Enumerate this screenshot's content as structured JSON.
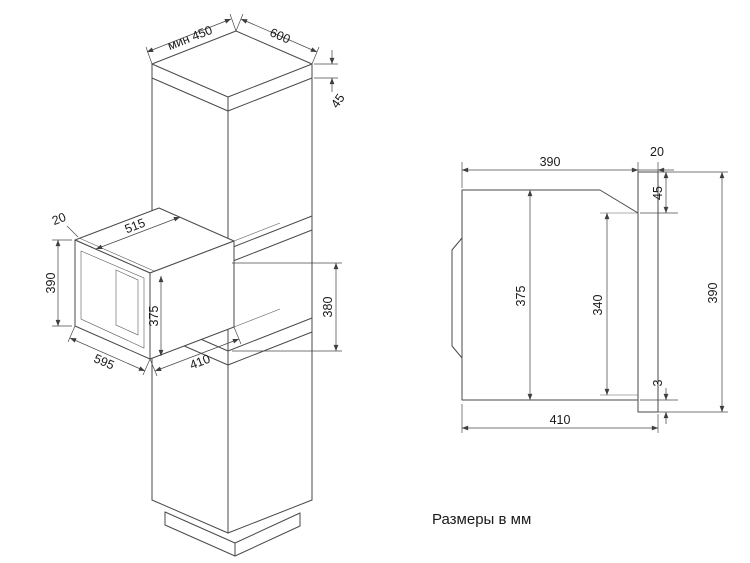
{
  "caption": "Размеры в мм",
  "iso": {
    "dims": {
      "min_depth": "мин 450",
      "width": "600",
      "top_offset": "45",
      "frame_gap": "20",
      "body_width": "515",
      "height": "390",
      "opening_height": "375",
      "frame_width": "595",
      "body_depth": "410",
      "niche_height": "380"
    }
  },
  "side": {
    "dims": {
      "depth": "390",
      "door": "20",
      "top_gap": "45",
      "inner_height": "375",
      "body_height": "340",
      "height": "390",
      "bottom_gap": "3",
      "total_depth": "410"
    }
  }
}
